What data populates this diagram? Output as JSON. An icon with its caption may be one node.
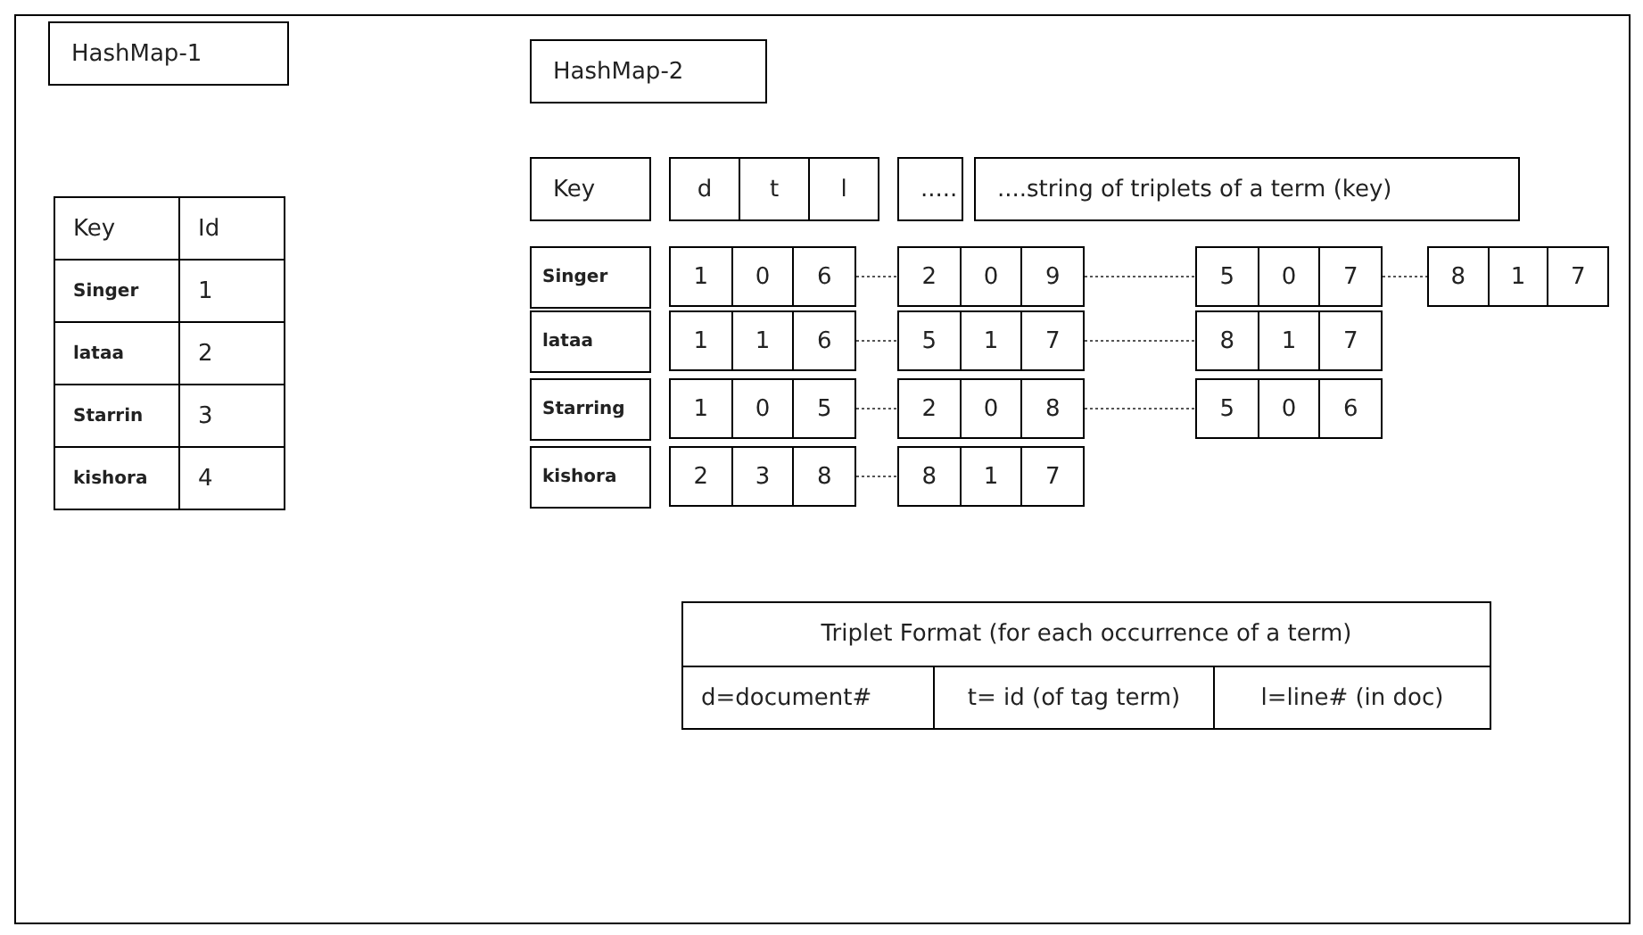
{
  "diagram": {
    "nodes": [
      {
        "text": [
          "HashMap-1"
        ]
      },
      {
        "text": [
          "HashMap-2"
        ]
      },
      {
        "text": [
          "Key"
        ]
      },
      {
        "text": [
          "d",
          "t",
          "l"
        ]
      },
      {
        "text": [
          "....."
        ]
      },
      {
        "text": [
          "....string of triplets of a term (key)"
        ]
      },
      {
        "text": [
          "Singer"
        ]
      },
      {
        "text": [
          "1",
          "0",
          "6"
        ]
      },
      {
        "text": [
          "2",
          "0",
          "9"
        ]
      },
      {
        "text": [
          "5",
          "0",
          "7"
        ]
      },
      {
        "text": [
          "8",
          "1",
          "7"
        ]
      },
      {
        "text": [
          "lataa"
        ]
      },
      {
        "text": [
          "1",
          "1",
          "6"
        ]
      },
      {
        "text": [
          "5",
          "1",
          "7"
        ]
      },
      {
        "text": [
          "8",
          "1",
          "7"
        ]
      },
      {
        "text": [
          "Starring"
        ]
      },
      {
        "text": [
          "1",
          "0",
          "5"
        ]
      },
      {
        "text": [
          "2",
          "0",
          "8"
        ]
      },
      {
        "text": [
          "5",
          "0",
          "6"
        ]
      },
      {
        "text": [
          "kishora"
        ]
      },
      {
        "text": [
          "2",
          "3",
          "8"
        ]
      },
      {
        "text": [
          "8",
          "1",
          "7"
        ]
      }
    ],
    "edges": [
      {
        "from": 7,
        "to": 8,
        "arrow": "none",
        "style": "dashed"
      },
      {
        "from": 8,
        "to": 9,
        "arrow": "none",
        "style": "dashed"
      },
      {
        "from": 9,
        "to": 10,
        "arrow": "none",
        "style": "dashed"
      },
      {
        "from": 12,
        "to": 13,
        "arrow": "none",
        "style": "dashed"
      },
      {
        "from": 13,
        "to": 14,
        "arrow": "none",
        "style": "dashed"
      },
      {
        "from": 16,
        "to": 17,
        "arrow": "none",
        "style": "dashed"
      },
      {
        "from": 17,
        "to": 18,
        "arrow": "none",
        "style": "dashed"
      },
      {
        "from": 20,
        "to": 21,
        "arrow": "none",
        "style": "dashed"
      }
    ],
    "labels": [
      "Key",
      "Id",
      "Singer",
      "1",
      "lataa",
      "2",
      "Starrin",
      "3",
      "kishora",
      "4",
      "Triplet Format (for each occurrence of a term)",
      "d=document#",
      "t= id (of tag term)",
      "l=line# (in doc)"
    ]
  }
}
